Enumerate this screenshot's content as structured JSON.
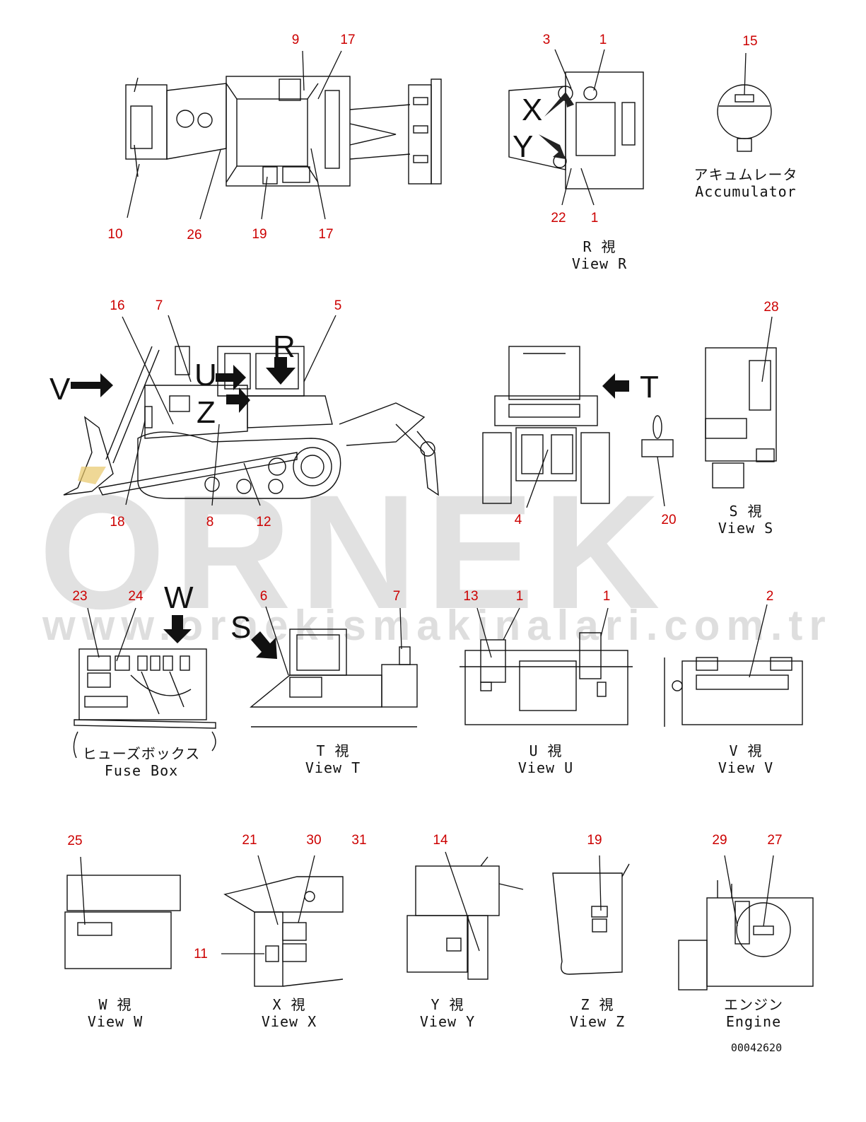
{
  "watermark": {
    "brand": "ORNEK",
    "url": "www.ornekismakinalari.com.tr"
  },
  "drawing_code": "00042620",
  "callouts": {
    "c9": "9",
    "c17a": "17",
    "c10": "10",
    "c26": "26",
    "c19a": "19",
    "c17b": "17",
    "c3": "3",
    "c1a": "1",
    "c22": "22",
    "c1b": "1",
    "c15": "15",
    "c16": "16",
    "c7a": "7",
    "c5": "5",
    "c18": "18",
    "c8": "8",
    "c12": "12",
    "c4": "4",
    "c20": "20",
    "c28": "28",
    "c23": "23",
    "c24": "24",
    "c6": "6",
    "c7b": "7",
    "c13": "13",
    "c1c": "1",
    "c1d": "1",
    "c2": "2",
    "c25": "25",
    "c21": "21",
    "c30": "30",
    "c31": "31",
    "c11": "11",
    "c14": "14",
    "c19b": "19",
    "c29": "29",
    "c27": "27"
  },
  "view_letters": {
    "V": "V",
    "U": "U",
    "Z": "Z",
    "R": "R",
    "T": "T",
    "X": "X",
    "Y": "Y",
    "W": "W",
    "S": "S"
  },
  "captions": {
    "viewR": {
      "jp": "R 視",
      "en": "View R"
    },
    "accumulator": {
      "jp": "アキュムレータ",
      "en": "Accumulator"
    },
    "viewS": {
      "jp": "S 視",
      "en": "View S"
    },
    "fuseBox": {
      "jp": "ヒューズボックス",
      "en": "Fuse Box"
    },
    "viewT": {
      "jp": "T 視",
      "en": "View T"
    },
    "viewU": {
      "jp": "U 視",
      "en": "View U"
    },
    "viewV": {
      "jp": "V 視",
      "en": "View V"
    },
    "viewW": {
      "jp": "W 視",
      "en": "View W"
    },
    "viewX": {
      "jp": "X 視",
      "en": "View X"
    },
    "viewY": {
      "jp": "Y 視",
      "en": "View Y"
    },
    "viewZ": {
      "jp": "Z 視",
      "en": "View Z"
    },
    "engine": {
      "jp": "エンジン",
      "en": "Engine"
    }
  },
  "colors": {
    "callout": "#cc0000",
    "line": "#111111",
    "watermark": "#c9c9c9"
  }
}
